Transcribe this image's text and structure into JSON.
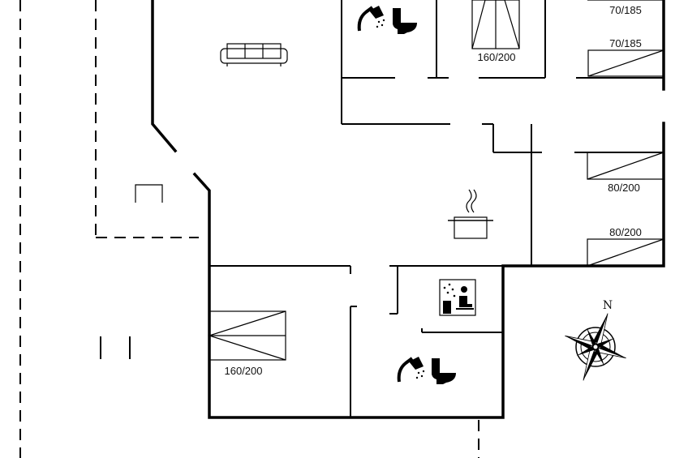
{
  "beds": {
    "top_left_double": "160/200",
    "top_right_single_1": "70/185",
    "top_right_single_2": "70/185",
    "right_single_1": "80/200",
    "right_single_2": "80/200",
    "bottom_left_double": "160/200"
  },
  "compass": {
    "north": "N"
  }
}
